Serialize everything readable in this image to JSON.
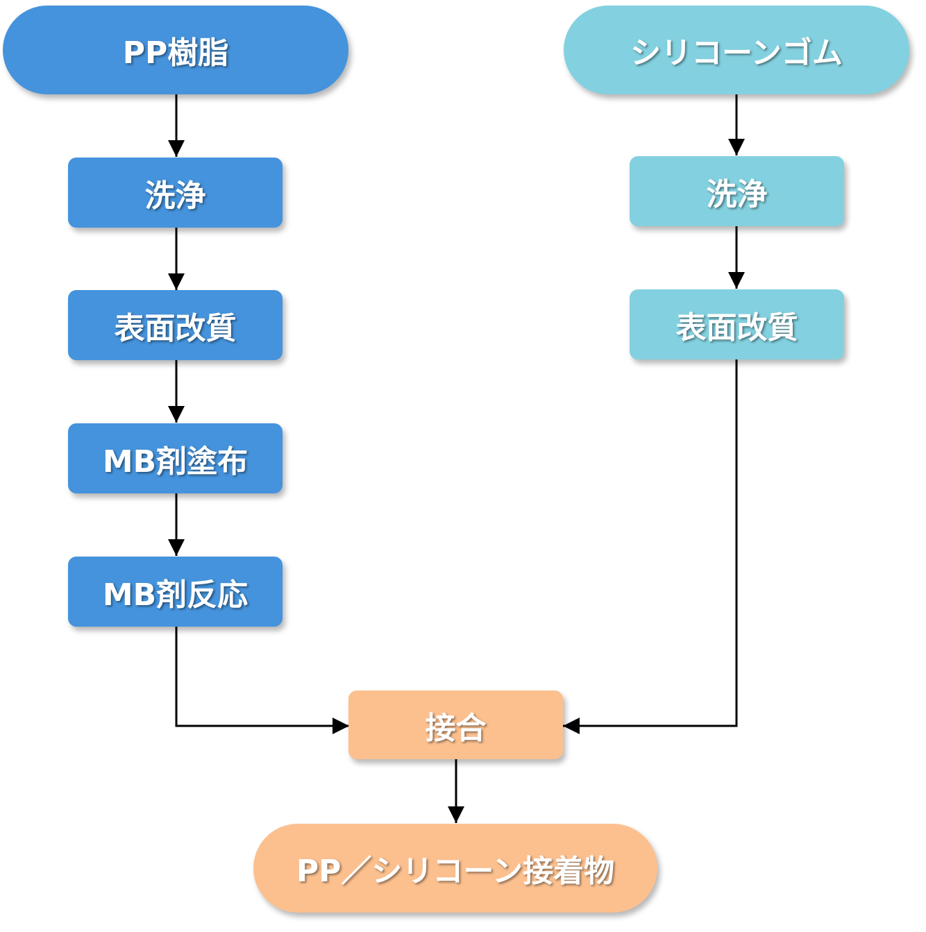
{
  "colors": {
    "blue": "#4593DC",
    "cyan": "#83D1E0",
    "orange": "#FCC08F",
    "line": "#000000"
  },
  "nodes": {
    "pp_resin": "PP樹脂",
    "pp_cleaning": "洗浄",
    "pp_surface": "表面改質",
    "pp_mb_coat": "MB剤塗布",
    "pp_mb_react": "MB剤反応",
    "silicone_rubber": "シリコーンゴム",
    "si_cleaning": "洗浄",
    "si_surface": "表面改質",
    "bonding": "接合",
    "product": "PP／シリコーン接着物"
  }
}
